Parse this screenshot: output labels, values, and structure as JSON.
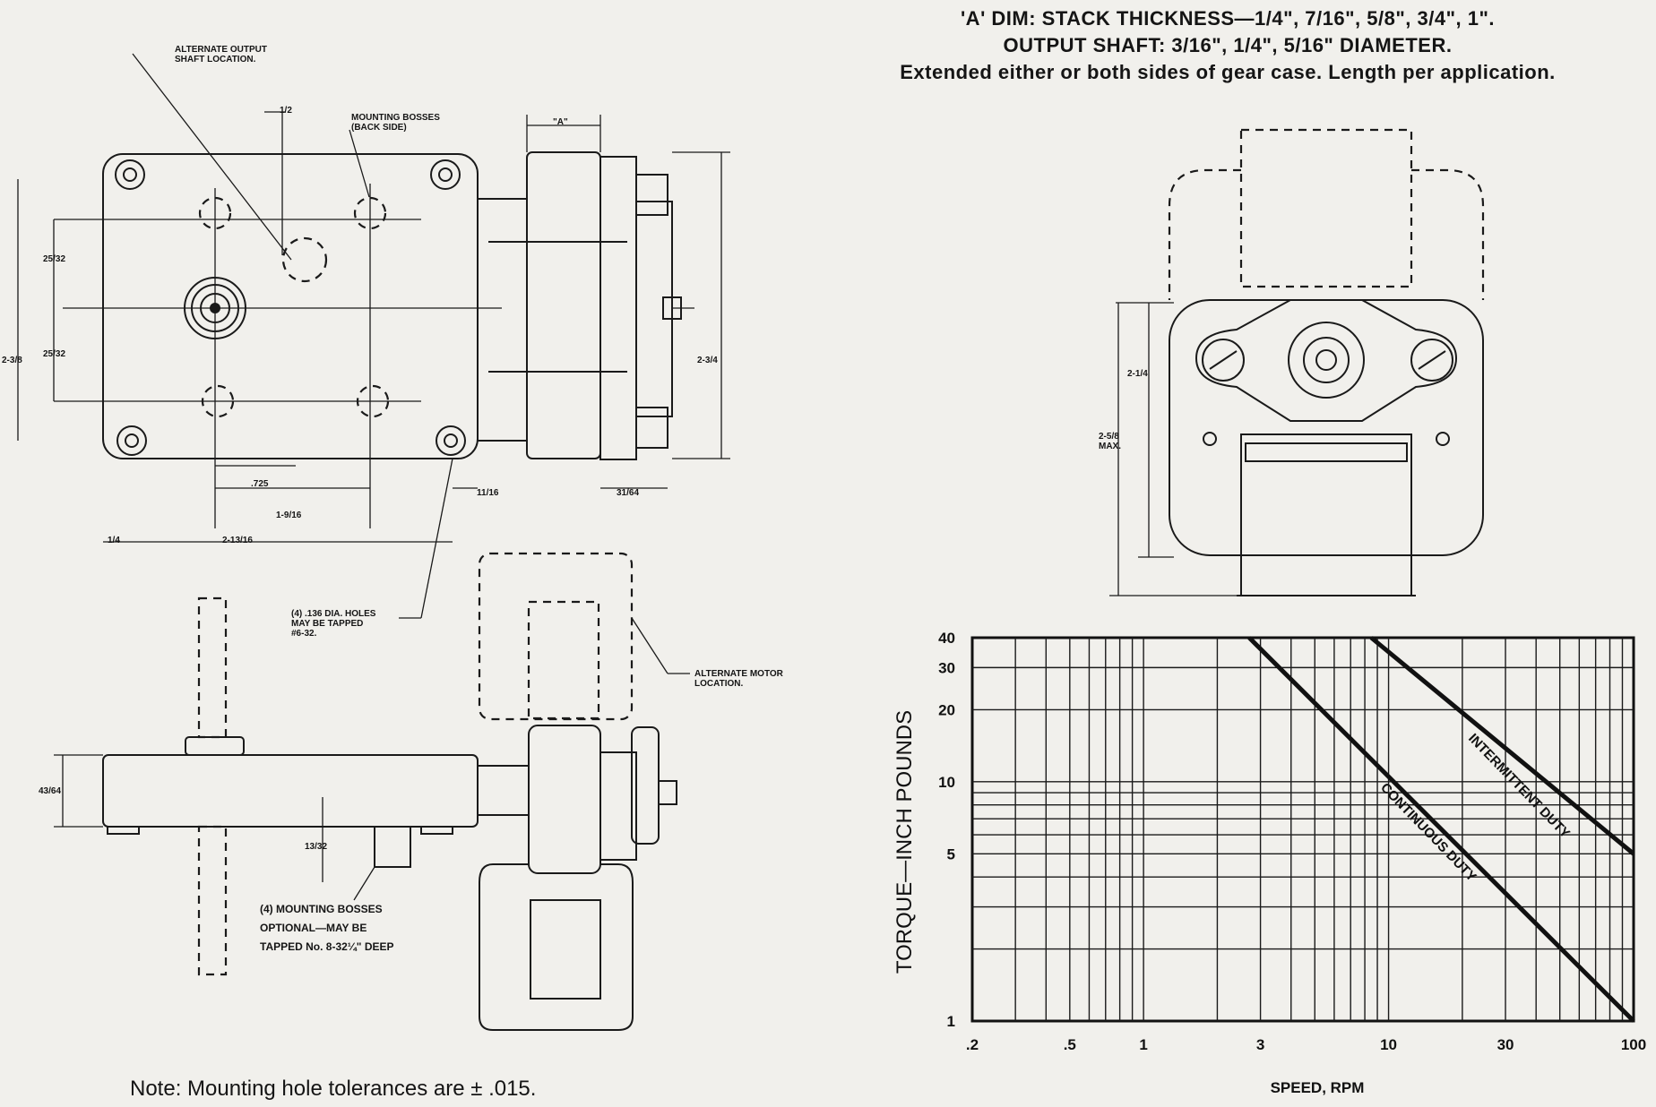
{
  "header": {
    "line1": "'A' DIM: STACK THICKNESS—1/4\", 7/16\", 5/8\", 3/4\", 1\".",
    "line2": "OUTPUT SHAFT: 3/16\", 1/4\", 5/16\" DIAMETER.",
    "line3": "Extended either or both sides of gear case. Length per application."
  },
  "callouts": {
    "alt_output_shaft": "ALTERNATE OUTPUT\nSHAFT LOCATION.",
    "mounting_bosses_back": "MOUNTING BOSSES\n(BACK SIDE)",
    "holes": "(4) .136 DIA. HOLES\nMAY BE TAPPED\n#6-32.",
    "alt_motor": "ALTERNATE MOTOR\nLOCATION.",
    "bosses_optional": "(4) MOUNTING BOSSES\nOPTIONAL—MAY BE\nTAPPED No. 8-32¼\" DEEP"
  },
  "dimensions": {
    "half": "1/2",
    "a_dim": "\"A\"",
    "d25_32_top": "25/32",
    "d25_32_bottom": "25/32",
    "d2_3_8": "2-3/8",
    "d2_3_4": "2-3/4",
    "d725": ".725",
    "d1_9_16": "1-9/16",
    "d1_4": "1/4",
    "d2_13_16": "2-13/16",
    "d11_16": "11/16",
    "d31_64": "31/64",
    "d43_64": "43/64",
    "d13_32": "13/32",
    "d2_1_4": "2-1/4",
    "d2_5_8": "2-5/8\nMAX."
  },
  "note": "Note: Mounting hole tolerances are ± .015.",
  "chart_data": {
    "type": "line",
    "x_scale": "log",
    "y_scale": "log",
    "xlabel": "SPEED, RPM",
    "ylabel": "TORQUE—INCH POUNDS",
    "x_ticks": [
      0.2,
      0.5,
      1,
      3,
      10,
      30,
      100
    ],
    "x_tick_labels": [
      ".2",
      ".5",
      "1",
      "3",
      "10",
      "30",
      "100"
    ],
    "y_ticks": [
      1,
      5,
      10,
      20,
      30,
      40
    ],
    "y_tick_labels": [
      "1",
      "5",
      "10",
      "20",
      "30",
      "40"
    ],
    "xlim": [
      0.2,
      100
    ],
    "ylim": [
      1,
      40
    ],
    "grid": true,
    "series": [
      {
        "name": "INTERMITTENT DUTY",
        "x": [
          8.5,
          100
        ],
        "y": [
          40,
          5
        ]
      },
      {
        "name": "CONTINUOUS DUTY",
        "x": [
          2.7,
          100
        ],
        "y": [
          40,
          1
        ]
      }
    ]
  }
}
